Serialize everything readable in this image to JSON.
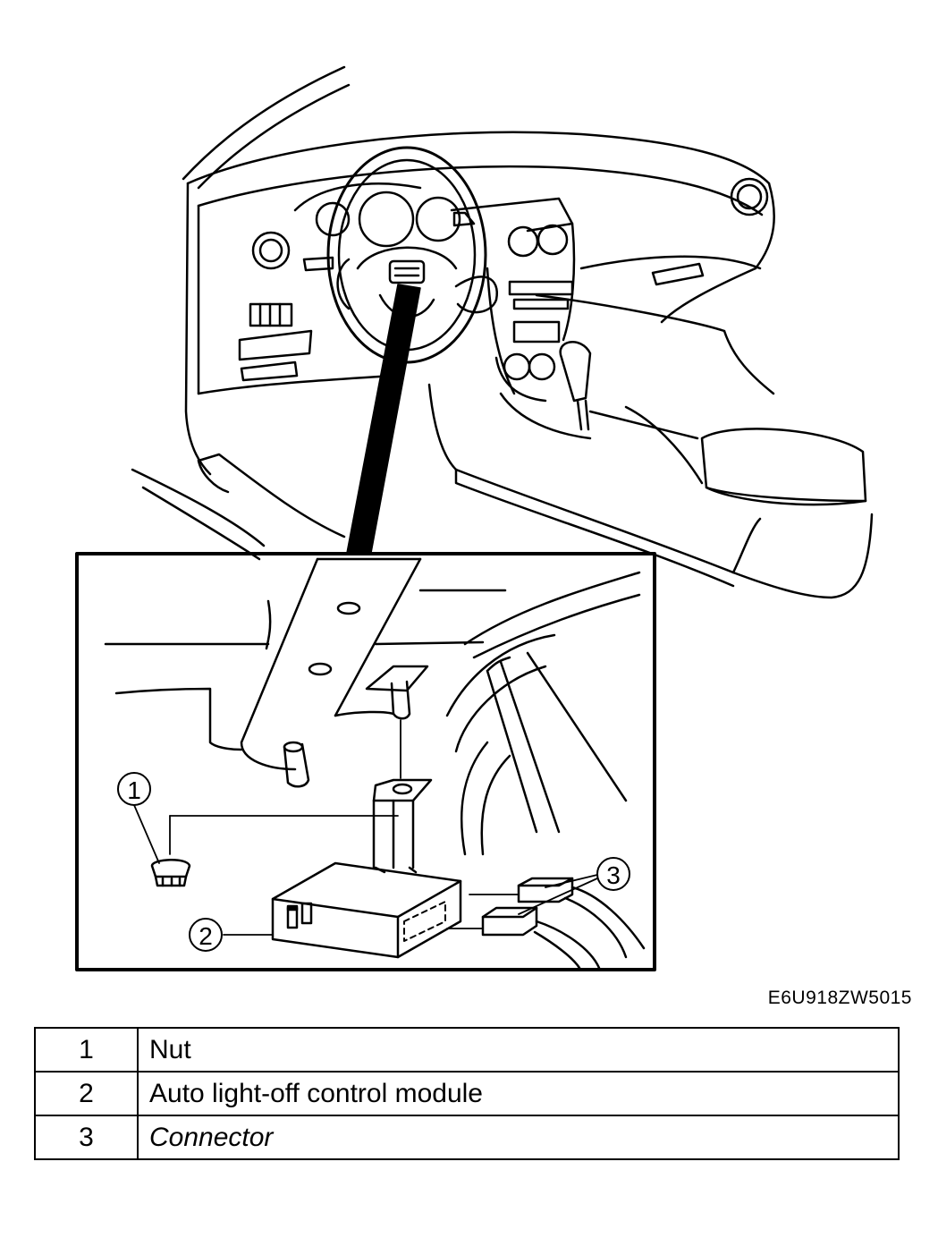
{
  "figure": {
    "code": "E6U918ZW5015",
    "callouts": [
      "1",
      "2",
      "3"
    ]
  },
  "legend": {
    "rows": [
      {
        "num": "1",
        "label": "Nut"
      },
      {
        "num": "2",
        "label": "Auto light-off control module"
      },
      {
        "num": "3",
        "label": "Connector"
      }
    ]
  },
  "colors": {
    "ink": "#000000",
    "paper": "#ffffff"
  }
}
